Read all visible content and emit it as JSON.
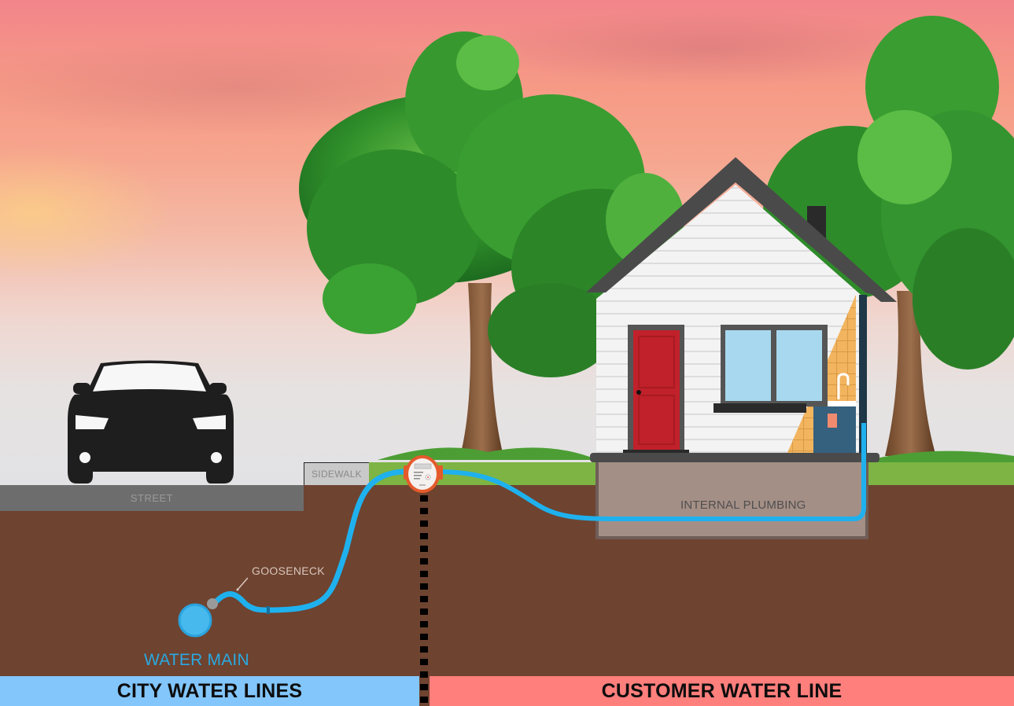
{
  "diagram": {
    "title_hidden": "",
    "labels": {
      "street": "STREET",
      "sidewalk": "SIDEWALK",
      "gooseneck": "GOOSENECK",
      "water_main": "WATER MAIN",
      "internal_plumbing": "INTERNAL PLUMBING"
    },
    "bands": {
      "city": "CITY WATER LINES",
      "customer": "CUSTOMER WATER LINE"
    },
    "icons": {
      "car": "car-front-icon",
      "meter": "water-meter-icon",
      "house": "house-icon",
      "tree": "tree-icon",
      "sink": "sink-icon"
    },
    "colors": {
      "pipe": "#1fb1ee",
      "water_main": "#47b9ec",
      "city_band": "#82c6fb",
      "customer_band": "#ff7f7c",
      "soil": "#6e4330",
      "lawn": "#7db443",
      "street": "#6d6d6d",
      "door": "#c0212a",
      "meter": "#e55a2b"
    }
  }
}
